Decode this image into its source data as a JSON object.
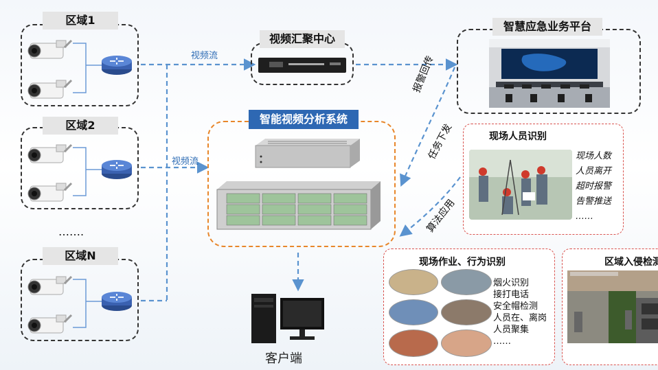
{
  "zones": [
    {
      "label": "区域1"
    },
    {
      "label": "区域2"
    },
    {
      "label": "区域N"
    }
  ],
  "ellipsis_zones": "…….",
  "flow_labels": {
    "video_stream_1": "视频流",
    "video_stream_2": "视频流"
  },
  "video_hub": {
    "title": "视频汇聚中心"
  },
  "ai_system": {
    "title": "智能视频分析系统"
  },
  "emergency_platform": {
    "title": "智慧应急业务平台"
  },
  "rotated_labels": {
    "alarm_return": "报警回传",
    "task_dispatch": "任务下发",
    "algorithm_apply": "算法应用"
  },
  "personnel_panel": {
    "title": "现场人员识别",
    "items": [
      "现场人数",
      "人员离开",
      "超时报警",
      "告警推送",
      "……"
    ]
  },
  "behavior_panel": {
    "title": "现场作业、行为识别",
    "items": [
      "烟火识别",
      "接打电话",
      "安全帽检测",
      "人员在、离岗",
      "人员聚集",
      "……"
    ]
  },
  "intrusion_panel": {
    "title": "区域入侵检测"
  },
  "client": {
    "label": "客户端"
  },
  "colors": {
    "flow_line": "#5a93cf",
    "orange_border": "#e8862a",
    "red_border": "#d9534f",
    "title_blue": "#2e68b3"
  }
}
